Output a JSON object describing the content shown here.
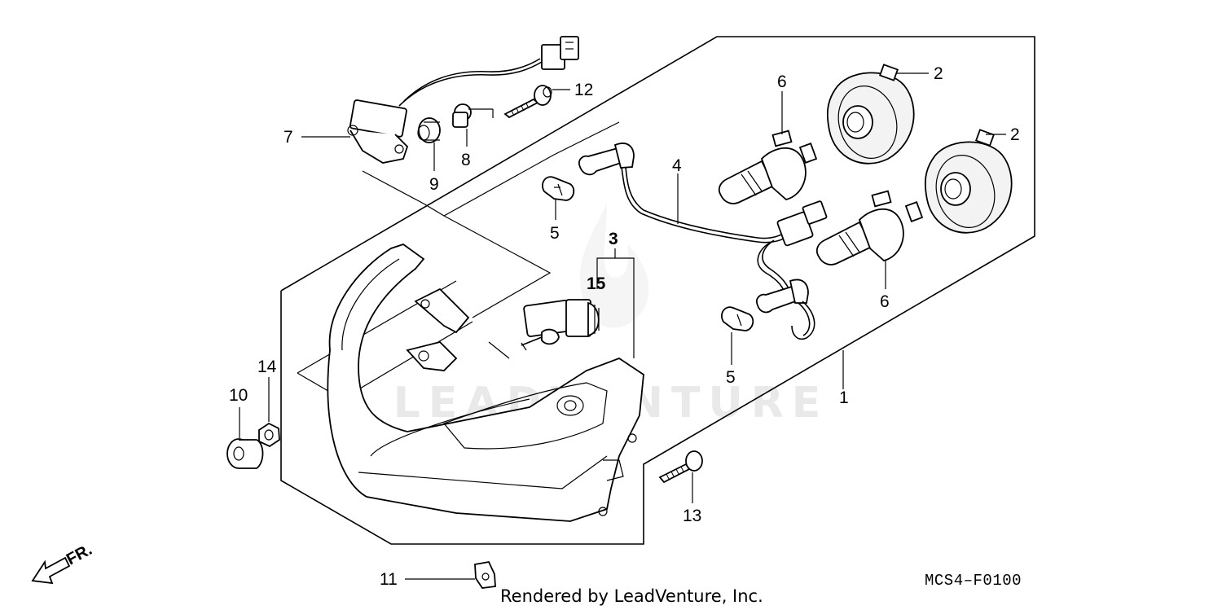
{
  "diagram": {
    "watermark": "LEADVENTURE",
    "diagram_code": "MCS4–F0100",
    "render_credit": "Rendered by LeadVenture, Inc.",
    "front_indicator": "FR.",
    "callouts": {
      "c1": "1",
      "c2a": "2",
      "c2b": "2",
      "c3": "3",
      "c4": "4",
      "c5a": "5",
      "c5b": "5",
      "c6a": "6",
      "c6b": "6",
      "c7": "7",
      "c8": "8",
      "c9": "9",
      "c10": "10",
      "c11": "11",
      "c12": "12",
      "c13": "13",
      "c14": "14",
      "c15": "15"
    }
  }
}
